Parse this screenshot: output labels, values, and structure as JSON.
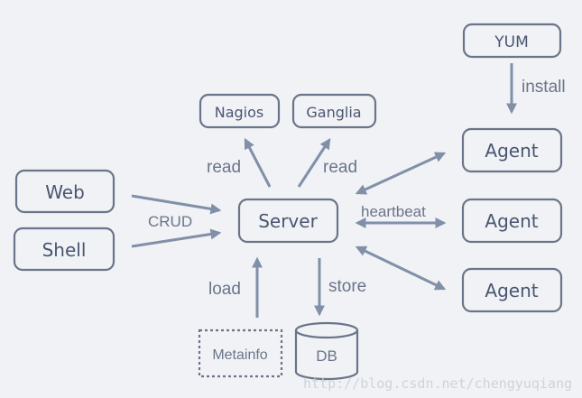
{
  "nodes": {
    "yum": "YUM",
    "nagios": "Nagios",
    "ganglia": "Ganglia",
    "web": "Web",
    "shell": "Shell",
    "server": "Server",
    "agent_1": "Agent",
    "agent_2": "Agent",
    "agent_3": "Agent",
    "metainfo": "Metainfo",
    "db": "DB"
  },
  "edges": {
    "install": "install",
    "read_nagios": "read",
    "read_ganglia": "read",
    "crud": "CRUD",
    "heartbeat": "heartbeat",
    "load": "load",
    "store": "store"
  },
  "watermark": "http://blog.csdn.net/chengyuqiang",
  "colors": {
    "background": "#f0f2f6",
    "box_stroke": "#6b7488",
    "arrow": "#8190a8",
    "text": "#4a5670"
  }
}
